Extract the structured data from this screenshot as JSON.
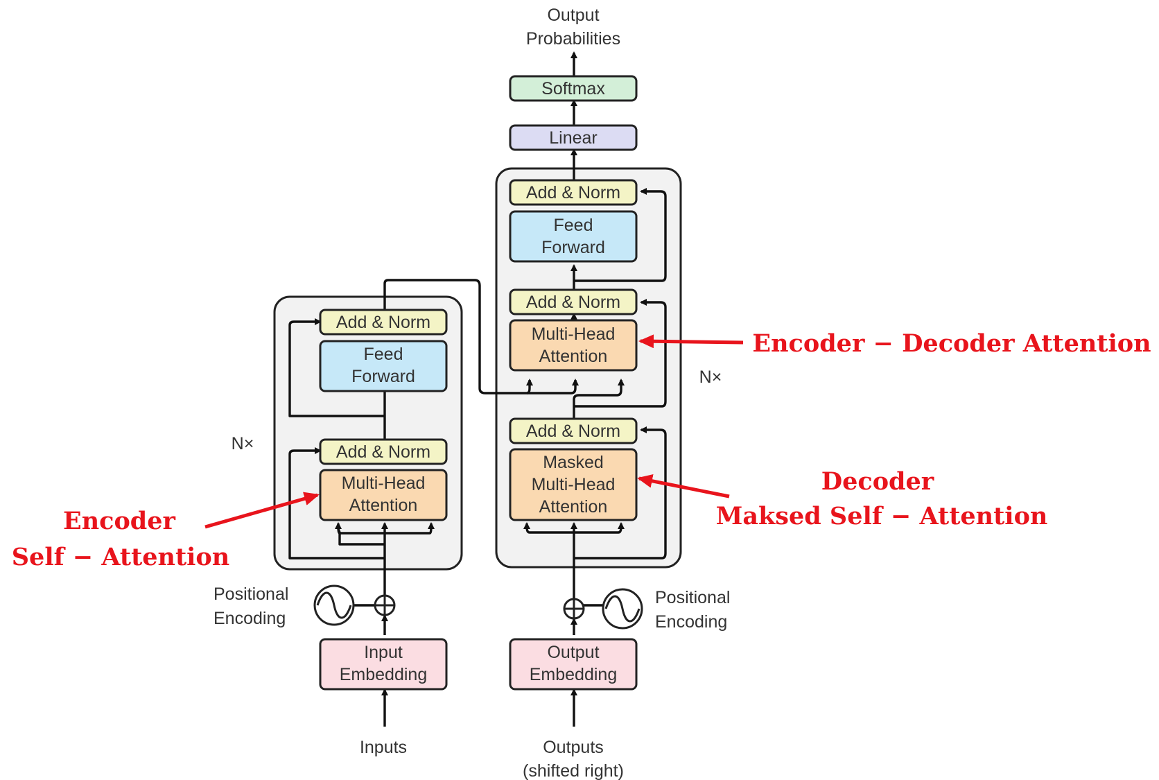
{
  "colors": {
    "add_norm": "#f4f4c6",
    "feed_forward": "#c6e8f8",
    "attention": "#fad9b1",
    "embedding": "#fbdde2",
    "linear": "#dcdcf3",
    "softmax": "#d3efd8",
    "stack": "#f2f2f2",
    "annotation": "#e8141c"
  },
  "top": {
    "output_line1": "Output",
    "output_line2": "Probabilities",
    "softmax": "Softmax",
    "linear": "Linear"
  },
  "encoder": {
    "nx": "N×",
    "add_norm_top": "Add & Norm",
    "feed_forward_line1": "Feed",
    "feed_forward_line2": "Forward",
    "add_norm_bottom": "Add & Norm",
    "attention_line1": "Multi-Head",
    "attention_line2": "Attention",
    "positional_line1": "Positional",
    "positional_line2": "Encoding",
    "embedding_line1": "Input",
    "embedding_line2": "Embedding",
    "inputs": "Inputs"
  },
  "decoder": {
    "nx": "N×",
    "add_norm_1": "Add & Norm",
    "feed_forward_line1": "Feed",
    "feed_forward_line2": "Forward",
    "add_norm_2": "Add & Norm",
    "cross_attention_line1": "Multi-Head",
    "cross_attention_line2": "Attention",
    "add_norm_3": "Add & Norm",
    "masked_line1": "Masked",
    "masked_line2": "Multi-Head",
    "masked_line3": "Attention",
    "positional_line1": "Positional",
    "positional_line2": "Encoding",
    "embedding_line1": "Output",
    "embedding_line2": "Embedding",
    "outputs_line1": "Outputs",
    "outputs_line2": "(shifted right)"
  },
  "annotations": {
    "encoder_self_line1": "Encoder",
    "encoder_self_line2": "Self − Attention",
    "enc_dec": "Encoder − Decoder Attention",
    "decoder_masked_line1": "Decoder",
    "decoder_masked_line2": "Maksed Self − Attention"
  }
}
